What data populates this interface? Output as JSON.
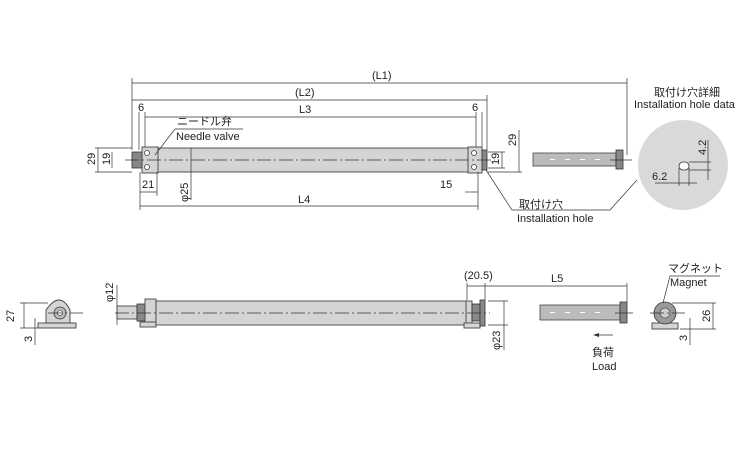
{
  "top_view": {
    "L1": "(L1)",
    "L2": "(L2)",
    "L3": "L3",
    "L4": "L4",
    "left_offset": "6",
    "right_offset": "6",
    "height_outer": "29",
    "height_inner": "19",
    "left_end_length": "21",
    "body_diameter": "φ25",
    "right_end_length": "15",
    "right_height_inner": "19",
    "right_height_outer": "29",
    "needle_valve_jp": "ニードル弁",
    "needle_valve_en": "Needle valve",
    "install_hole_jp": "取付け穴",
    "install_hole_en": "Installation hole"
  },
  "detail": {
    "title_jp": "取付け穴詳細",
    "title_en": "Installation hole data",
    "width": "6.2",
    "height": "4.2"
  },
  "side_view": {
    "left_height": "27",
    "left_base": "3",
    "rod_diameter": "φ12",
    "offset": "(20.5)",
    "L5": "L5",
    "tube_diameter": "φ23",
    "load_jp": "負荷",
    "load_en": "Load",
    "magnet_jp": "マグネット",
    "magnet_en": "Magnet",
    "right_height": "26",
    "right_base": "3"
  }
}
